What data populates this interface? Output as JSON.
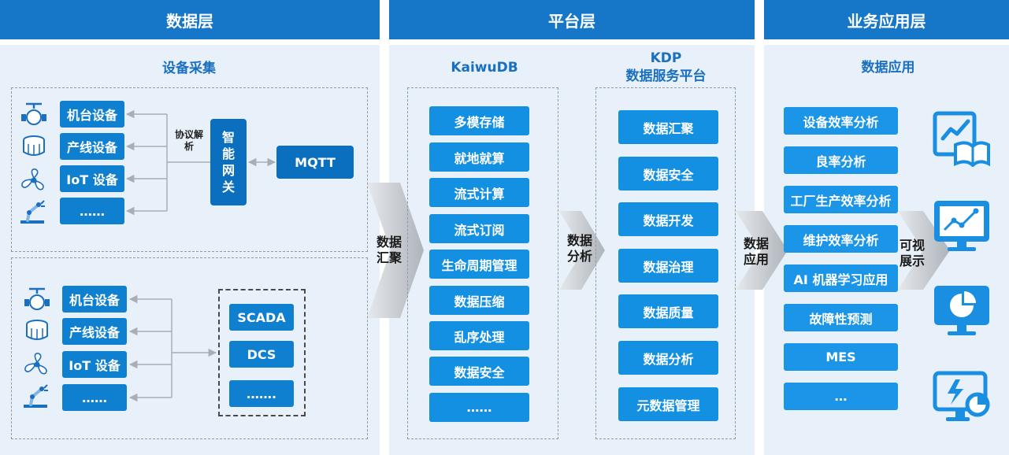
{
  "columns": {
    "data_layer": "数据层",
    "platform_layer": "平台层",
    "business_layer": "业务应用层"
  },
  "data_layer": {
    "title": "设备采集",
    "group1": {
      "devices": [
        "机台设备",
        "产线设备",
        "IoT 设备",
        "……"
      ],
      "protocol": "协议解析",
      "gateway": "智能网关",
      "mqtt": "MQTT"
    },
    "group2": {
      "devices": [
        "机台设备",
        "产线设备",
        "IoT 设备",
        "……"
      ],
      "systems": [
        "SCADA",
        "DCS",
        "……."
      ]
    }
  },
  "arrows": {
    "aggregate": "数据汇聚",
    "analyze": "数据分析",
    "apply": "数据应用",
    "display": "可视展示"
  },
  "platform_layer": {
    "kaiwudb": {
      "title": "KaiwuDB",
      "items": [
        "多模存储",
        "就地就算",
        "流式计算",
        "流式订阅",
        "生命周期管理",
        "数据压缩",
        "乱序处理",
        "数据安全",
        "……"
      ]
    },
    "kdp": {
      "title_line1": "KDP",
      "title_line2": "数据服务平台",
      "items": [
        "数据汇聚",
        "数据安全",
        "数据开发",
        "数据治理",
        "数据质量",
        "数据分析",
        "元数据管理"
      ]
    }
  },
  "business_layer": {
    "title": "数据应用",
    "items": [
      "设备效率分析",
      "良率分析",
      "工厂生产效率分析",
      "维护效率分析",
      "AI 机器学习应用",
      "故障性预测",
      "MES",
      "…"
    ]
  },
  "colors": {
    "header": "#1677c9",
    "panel": "#e8f1f9",
    "box": "#0f7fcf",
    "title": "#1a6fbf",
    "arrow": "#b9bfc6"
  }
}
